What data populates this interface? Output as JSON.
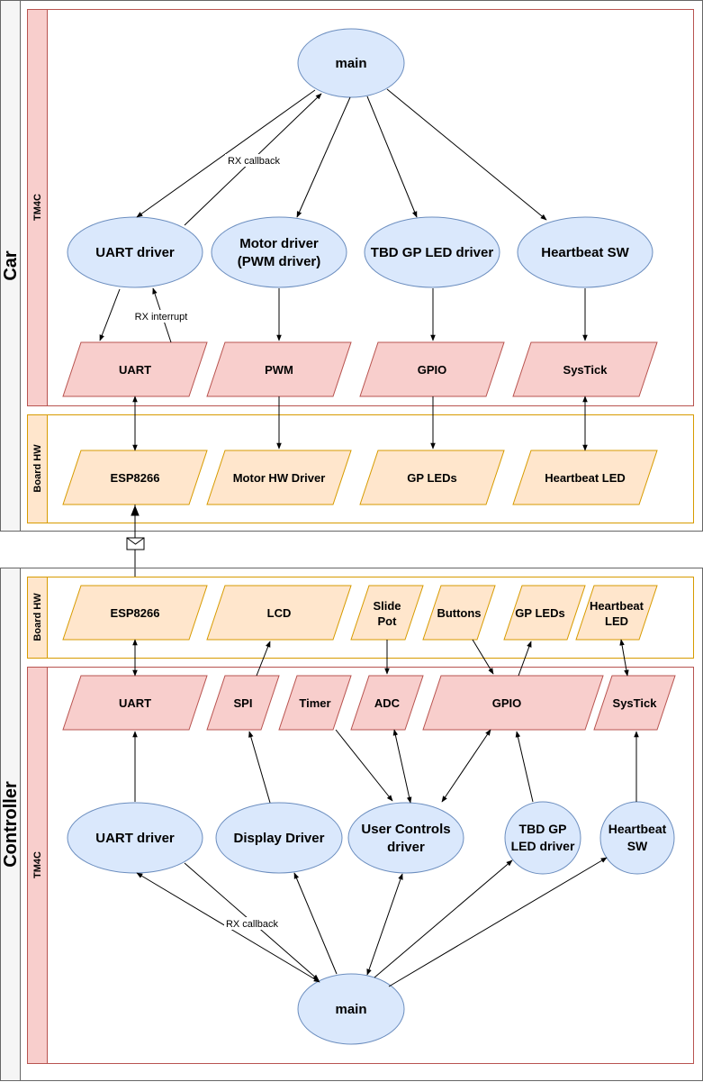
{
  "colors": {
    "node_fill": "#dae8fc",
    "node_stroke": "#6c8ebf",
    "periph_fill": "#f8cecc",
    "periph_stroke": "#b85450",
    "hw_fill": "#ffe6cc",
    "hw_stroke": "#d79b00",
    "lane_stroke": "#b85450",
    "board_stroke": "#d6b656"
  },
  "car": {
    "pool_title": "Car",
    "tm4c_label": "TM4C",
    "board_label": "Board HW",
    "main": "main",
    "drivers": {
      "uart": "UART driver",
      "motor_line1": "Motor driver",
      "motor_line2": "(PWM driver)",
      "led": "TBD GP LED driver",
      "heartbeat": "Heartbeat SW"
    },
    "periph": {
      "uart": "UART",
      "pwm": "PWM",
      "gpio": "GPIO",
      "systick": "SysTick"
    },
    "hw": {
      "esp": "ESP8266",
      "motor": "Motor HW Driver",
      "leds": "GP LEDs",
      "heartbeat": "Heartbeat LED"
    },
    "edge_labels": {
      "rx_callback": "RX callback",
      "rx_interrupt": "RX interrupt"
    }
  },
  "controller": {
    "pool_title": "Controller",
    "tm4c_label": "TM4C",
    "board_label": "Board HW",
    "main": "main",
    "hw": {
      "esp": "ESP8266",
      "lcd": "LCD",
      "slide_line1": "Slide",
      "slide_line2": "Pot",
      "buttons": "Buttons",
      "leds": "GP LEDs",
      "hb_line1": "Heartbeat",
      "hb_line2": "LED"
    },
    "periph": {
      "uart": "UART",
      "spi": "SPI",
      "timer": "Timer",
      "adc": "ADC",
      "gpio": "GPIO",
      "systick": "SysTick"
    },
    "drivers": {
      "uart": "UART driver",
      "display": "Display Driver",
      "uc_line1": "User Controls",
      "uc_line2": "driver",
      "led_line1": "TBD GP",
      "led_line2": "LED driver",
      "hb_line1": "Heartbeat",
      "hb_line2": "SW"
    },
    "edge_labels": {
      "rx_callback": "RX callback"
    }
  }
}
